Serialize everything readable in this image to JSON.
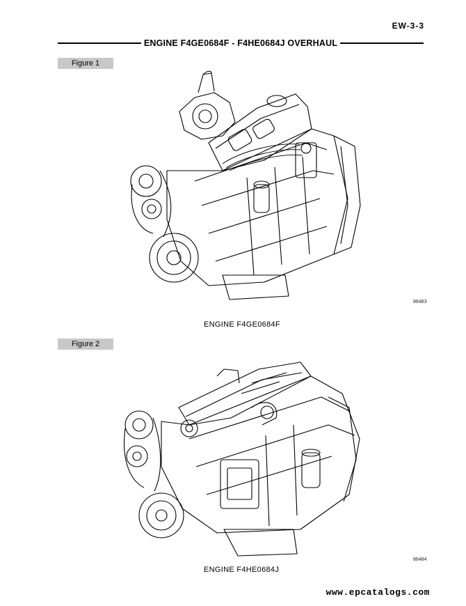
{
  "header": {
    "page_ref": "EW-3-3",
    "title": "ENGINE F4GE0684F - F4HE0684J OVERHAUL"
  },
  "figures": [
    {
      "label": "Figure 1",
      "image_ref": "86483",
      "caption": "ENGINE  F4GE0684F"
    },
    {
      "label": "Figure 2",
      "image_ref": "86484",
      "caption": "ENGINE  F4HE0684J"
    }
  ],
  "footer": {
    "watermark": "www.epcatalogs.com"
  }
}
